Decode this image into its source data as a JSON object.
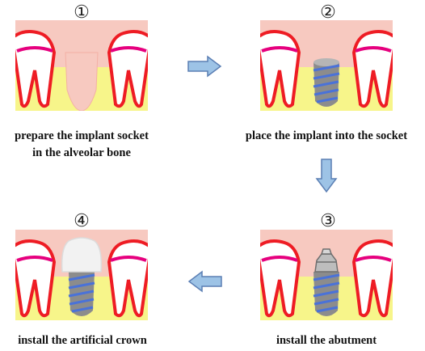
{
  "steps": [
    {
      "number": "①",
      "caption_lines": [
        "prepare the implant socket",
        "in the alveolar bone"
      ]
    },
    {
      "number": "②",
      "caption_lines": [
        "place the implant into the socket"
      ]
    },
    {
      "number": "③",
      "caption_lines": [
        "install the abutment"
      ]
    },
    {
      "number": "④",
      "caption_lines": [
        "install the artificial crown"
      ]
    }
  ],
  "colors": {
    "gum": "#f7c9c0",
    "bone": "#f7f58a",
    "tooth": "#ffffff",
    "root_outline": "#ee1c24",
    "gum_margin": "#e6007e",
    "implant": "#8c8c8c",
    "thread": "#4a72d8",
    "crown": "#f2f2f2",
    "arrow_fill": "#9dc3e6",
    "arrow_stroke": "#5b7fb4"
  }
}
